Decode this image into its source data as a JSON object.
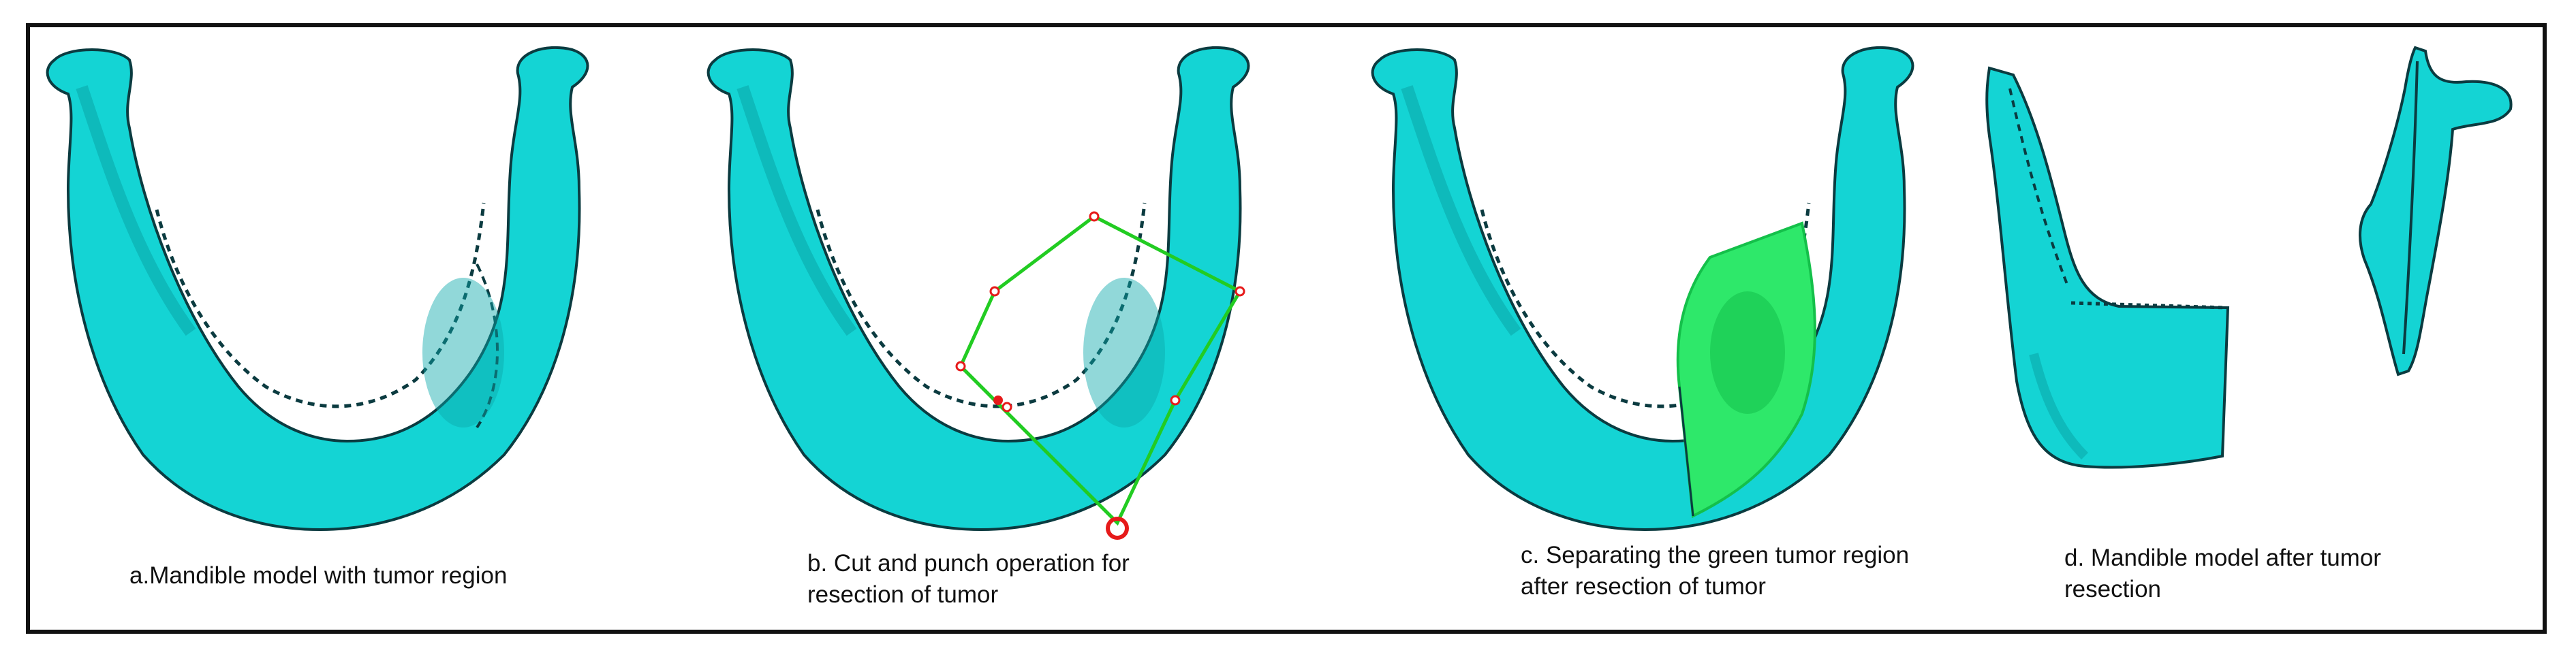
{
  "colors": {
    "bone": "#14d4d4",
    "bone_shade": "#0aa8aa",
    "bone_edge": "#0b3b40",
    "tumor": "#2ee86a",
    "tumor_shade": "#14c04a",
    "cut_line": "#22cc22",
    "marker": "#e61a1a",
    "frame": "#111111"
  },
  "panels": [
    {
      "id": "a",
      "caption": "a.Mandible model with tumor region"
    },
    {
      "id": "b",
      "caption": "b. Cut and punch operation for\nresection of tumor"
    },
    {
      "id": "c",
      "caption": "c. Separating the green tumor region\nafter resection of tumor"
    },
    {
      "id": "d",
      "caption": "d. Mandible model after tumor\nresection"
    }
  ]
}
